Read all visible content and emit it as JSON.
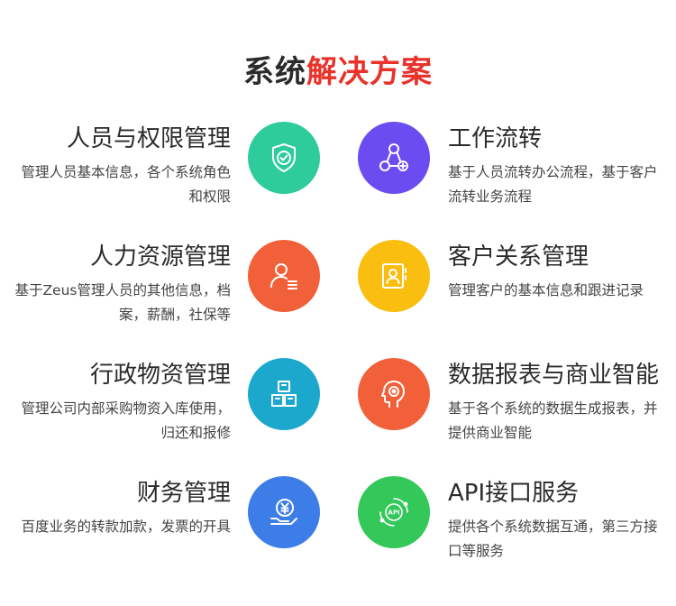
{
  "title": {
    "part1": "系统",
    "part2": "解决方案"
  },
  "items": [
    {
      "name": "人员与权限管理",
      "desc": "管理人员基本信息，各个系统角色和权限",
      "icon": "shield-check-icon",
      "color": "#2ecc9a"
    },
    {
      "name": "工作流转",
      "desc": "基于人员流转办公流程，基于客户流转业务流程",
      "icon": "workflow-nodes-icon",
      "color": "#6a4cf0"
    },
    {
      "name": "人力资源管理",
      "desc": "基于Zeus管理人员的其他信息，档案，薪酬，社保等",
      "icon": "user-list-icon",
      "color": "#f2603a"
    },
    {
      "name": "客户关系管理",
      "desc": "管理客户的基本信息和跟进记录",
      "icon": "contact-card-icon",
      "color": "#f9be0f"
    },
    {
      "name": "行政物资管理",
      "desc": "管理公司内部采购物资入库使用，归还和报修",
      "icon": "boxes-icon",
      "color": "#1ca8cc"
    },
    {
      "name": "数据报表与商业智能",
      "desc": "基于各个系统的数据生成报表，并提供商业智能",
      "icon": "brain-head-icon",
      "color": "#f2603a"
    },
    {
      "name": "财务管理",
      "desc": "百度业务的转款加款，发票的开具",
      "icon": "yen-hand-icon",
      "color": "#3d7de8"
    },
    {
      "name": "API接口服务",
      "desc": "提供各个系统数据互通，第三方接口等服务",
      "icon": "api-globe-icon",
      "color": "#34c759"
    }
  ]
}
